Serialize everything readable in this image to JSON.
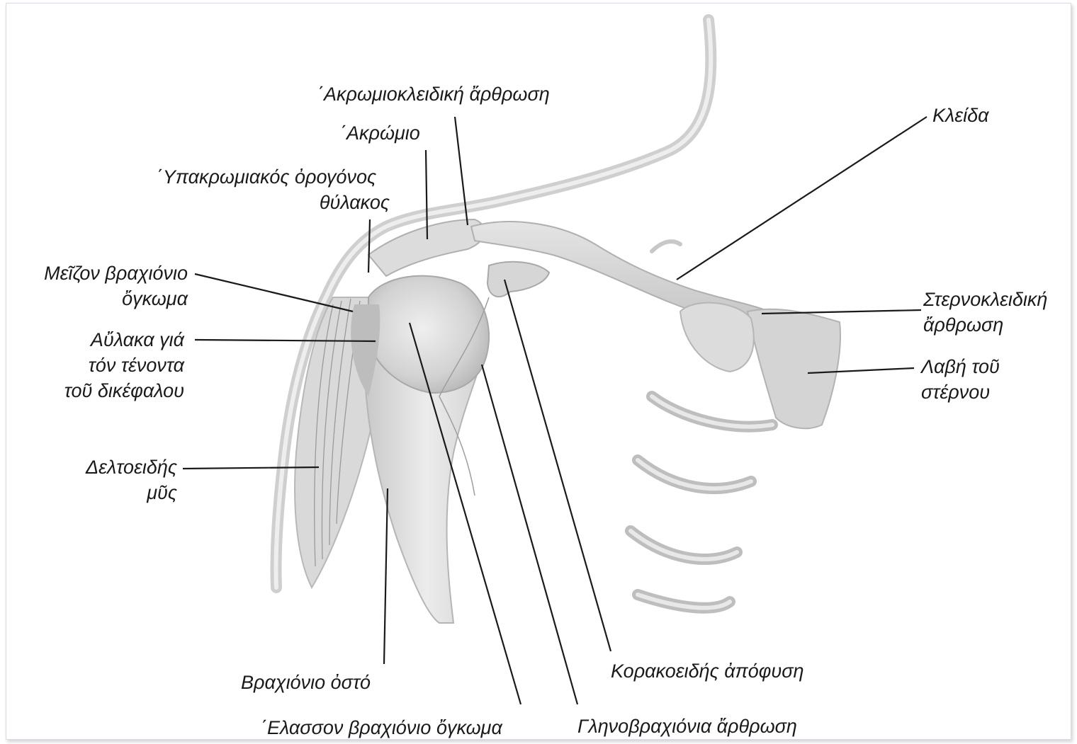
{
  "figure": {
    "labels": {
      "acromioclavicular_joint": "΄Ακρωμιοκλειδική ἄρθρωση",
      "acromion": "΄Ακρώμιο",
      "subacromial_bursa_1": "΄Υπακρωμιακός ὀρογόνος",
      "subacromial_bursa_2": "θύλακος",
      "greater_tubercle_1": "Μεῖζον βραχιόνιο",
      "greater_tubercle_2": "ὄγκωμα",
      "biceps_groove_1": "Αὔλακα γιά",
      "biceps_groove_2": "τόν τένοντα",
      "biceps_groove_3": "τοῦ δικέφαλου",
      "deltoid_1": "Δελτοειδής",
      "deltoid_2": "μῦς",
      "humerus": "Βραχιόνιο ὀστό",
      "lesser_tubercle": "΄Ελασσον βραχιόνιο ὄγκωμα",
      "clavicle": "Κλείδα",
      "sternoclavicular_joint_1": "Στερνοκλειδική",
      "sternoclavicular_joint_2": "ἄρθρωση",
      "manubrium_1": "Λαβή τοῦ",
      "manubrium_2": "στέρνου",
      "coracoid_process": "Κορακοειδής ἀπόφυση",
      "glenohumeral_joint": "Γληνοβραχιόνια ἄρθρωση"
    },
    "colors": {
      "ink": "#1a1a1a",
      "bone_shade": "#c9c9c9",
      "bone_light": "#e9e9e9",
      "frame": "#d6dde8"
    }
  }
}
